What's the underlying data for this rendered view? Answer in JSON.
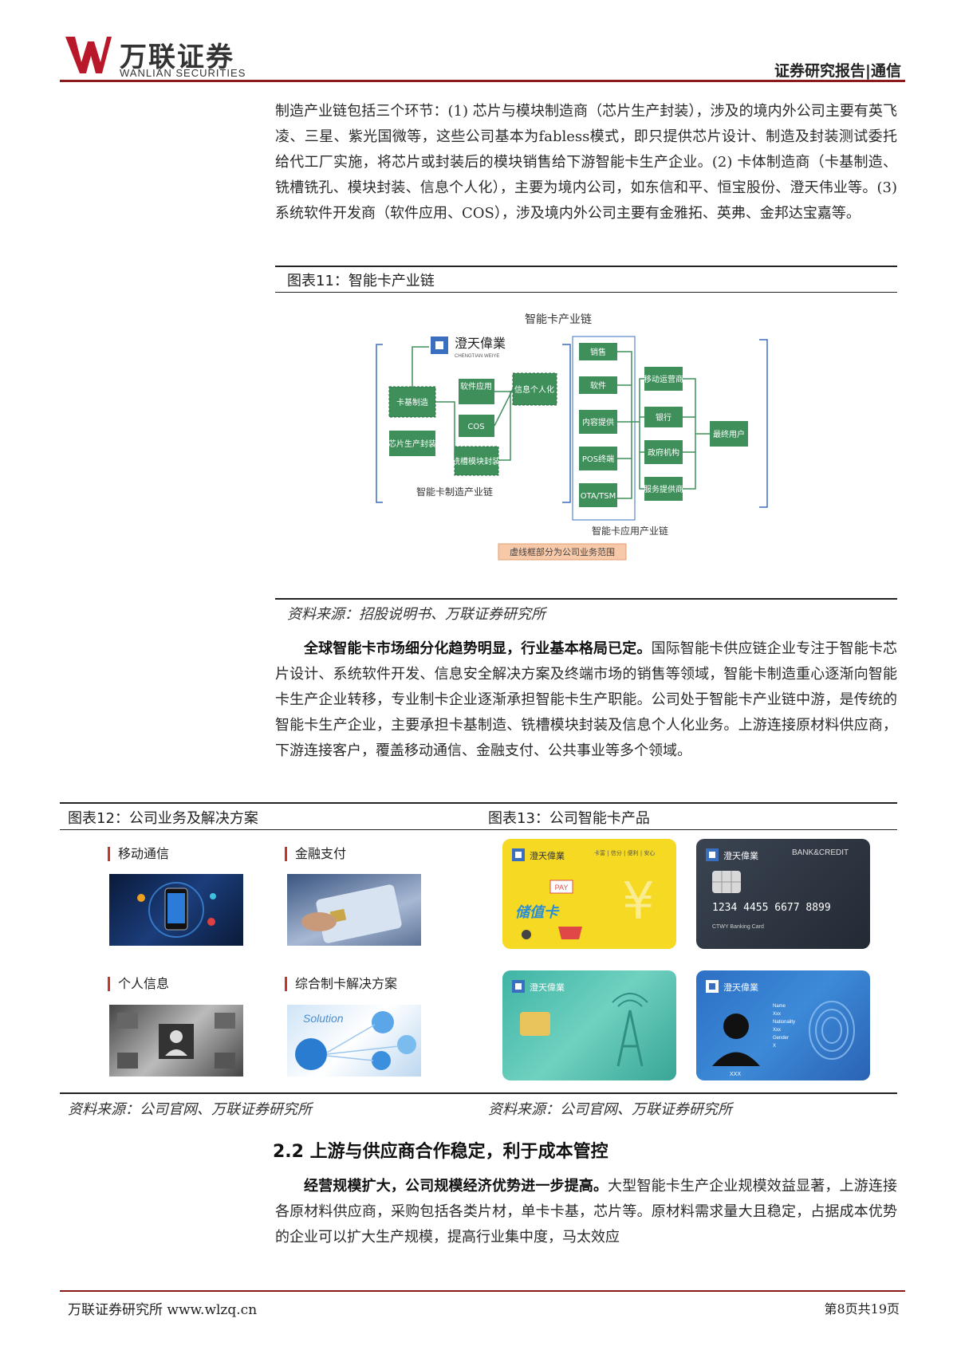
{
  "header": {
    "logo_cn": "万联证券",
    "logo_en": "WANLIAN SECURITIES",
    "report_type": "证券研究报告|通信"
  },
  "para1": "制造产业链包括三个环节：(1) 芯片与模块制造商（芯片生产封装），涉及的境内外公司主要有英飞凌、三星、紫光国微等，这些公司基本为fabless模式，即只提供芯片设计、制造及封装测试委托给代工厂实施，将芯片或封装后的模块销售给下游智能卡生产企业。(2) 卡体制造商（卡基制造、铣槽铣孔、模块封装、信息个人化），主要为境内公司，如东信和平、恒宝股份、澄天伟业等。(3) 系统软件开发商（软件应用、COS），涉及境内外公司主要有金雅拓、英弗、金邦达宝嘉等。",
  "fig11": {
    "title": "图表11：智能卡产业链",
    "diagram_title": "智能卡产业链",
    "company_cn": "澄天偉業",
    "company_en": "CHENGTIAN WEIYE",
    "mfg_nodes": [
      "软件应用",
      "COS",
      "卡基制造",
      "铣槽模块封装",
      "芯片生产封装",
      "信息个人化"
    ],
    "mfg_chain_label": "智能卡制造产业链",
    "app_left_nodes": [
      "销售",
      "软件",
      "内容提供",
      "POS终端",
      "OTA/TSM"
    ],
    "app_mid_nodes": [
      "移动运营商",
      "银行",
      "政府机构",
      "服务提供商"
    ],
    "end_user": "最终用户",
    "app_chain_label": "智能卡应用产业链",
    "note": "虚线框部分为公司业务范围",
    "source": "资料来源：招股说明书、万联证券研究所"
  },
  "para2_bold": "全球智能卡市场细分化趋势明显，行业基本格局已定。",
  "para2_rest": "国际智能卡供应链企业专注于智能卡芯片设计、系统软件开发、信息安全解决方案及终端市场的销售等领域，智能卡制造重心逐渐向智能卡生产企业转移，专业制卡企业逐渐承担智能卡生产职能。公司处于智能卡产业链中游，是传统的智能卡生产企业，主要承担卡基制造、铣槽模块封装及信息个人化业务。上游连接原材料供应商，下游连接客户，覆盖移动通信、金融支付、公共事业等多个领域。",
  "fig12": {
    "title": "图表12：公司业务及解决方案",
    "items": [
      "移动通信",
      "金融支付",
      "个人信息",
      "综合制卡解决方案"
    ],
    "solution_text": "Solution",
    "source": "资料来源：公司官网、万联证券研究所"
  },
  "fig13": {
    "title": "图表13：公司智能卡产品",
    "brand": "澄天偉業",
    "card1_tag": "卡富 | 信分 | 便利 | 安心",
    "card1_pay": "PAY",
    "card1_name": "储值卡",
    "card2_type": "BANK&CREDIT",
    "card2_number": "1234  4455  6677  8899",
    "card2_name": "CTWY Banking Card",
    "card4_fields": [
      "Name",
      "Xxx",
      "Nationality",
      "Xxx",
      "Gender",
      "X"
    ],
    "card4_caption": "XXX",
    "source": "资料来源：公司官网、万联证券研究所"
  },
  "section_title": "2.2 上游与供应商合作稳定，利于成本管控",
  "para3_bold": "经营规模扩大，公司规模经济优势进一步提高。",
  "para3_rest": "大型智能卡生产企业规模效益显著，上游连接各原材料供应商，采购包括各类片材，单卡卡基，芯片等。原材料需求量大且稳定，占据成本优势的企业可以扩大生产规模，提高行业集中度，马太效应",
  "footer": {
    "left": "万联证券研究所 www.wlzq.cn",
    "right": "第8页共19页"
  },
  "colors": {
    "brand_red": "#b8182a",
    "diagram_green": "#3e8f5a",
    "diagram_blue": "#3a6fbf"
  }
}
